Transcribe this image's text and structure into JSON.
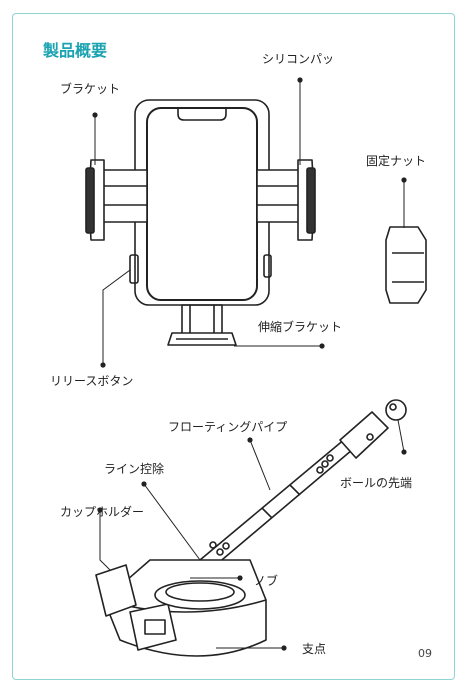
{
  "page": {
    "title": "製品概要",
    "page_number": "09"
  },
  "labels": {
    "bracket": "ブラケット",
    "silicone_pad": "シリコンパッ",
    "fixing_nut": "固定ナット",
    "telescopic_bracket": "伸縮ブラケット",
    "release_button": "リリースボタン",
    "floating_pipe": "フローティングパイプ",
    "line_control": "ライン控除",
    "ball_end": "ボールの先端",
    "cup_holder": "カップホルダー",
    "knob": "ノブ",
    "fulcrum": "支点"
  },
  "colors": {
    "accent": "#1aa3b0",
    "frame": "#8fd3d3"
  }
}
